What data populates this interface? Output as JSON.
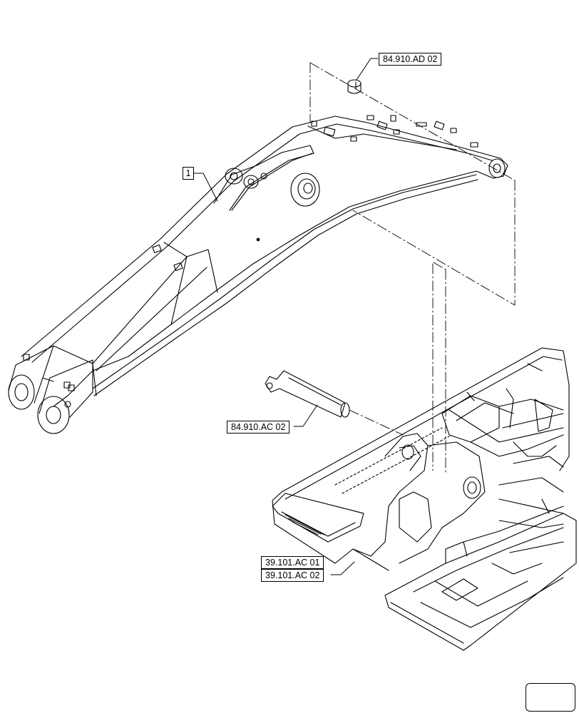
{
  "diagram": {
    "callouts": {
      "item_1": "1",
      "ref_cap": "84.910.AD 02",
      "ref_pin": "84.910.AC 02",
      "ref_frame_1": "39.101.AC 01",
      "ref_frame_2": "39.101.AC 02"
    },
    "nav_icon": "arrow-navigation-icon"
  }
}
